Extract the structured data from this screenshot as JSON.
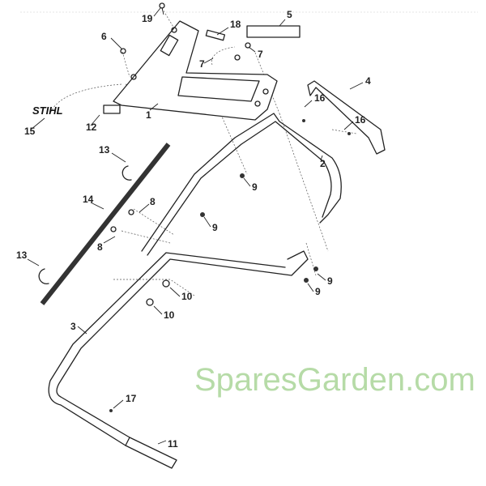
{
  "diagram": {
    "title": "Handlebar assembly parts diagram",
    "brand_logo": "STIHL",
    "watermark": "SparesGarden.com",
    "callouts": [
      "19",
      "18",
      "5",
      "6",
      "7",
      "7",
      "4",
      "16",
      "16",
      "1",
      "15",
      "12",
      "13",
      "2",
      "9",
      "14",
      "8",
      "8",
      "9",
      "13",
      "9",
      "9",
      "10",
      "10",
      "3",
      "17",
      "11"
    ]
  }
}
